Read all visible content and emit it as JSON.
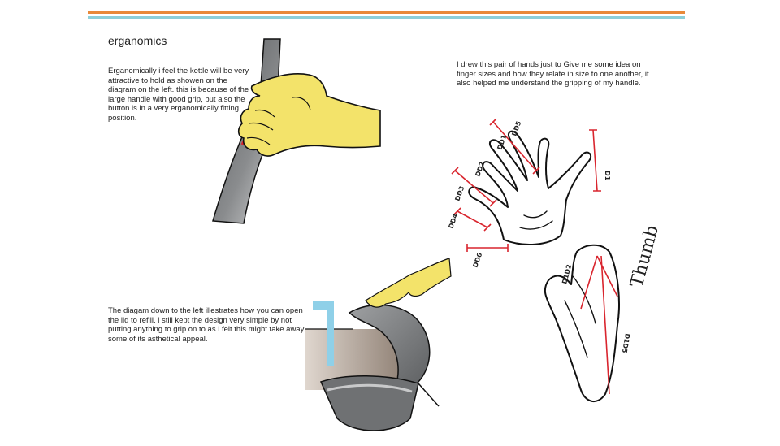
{
  "page": {
    "title": "erganomics",
    "paragraph_grip": "Erganomically i feel the kettle will be very attractive to hold as showen on the diagram on the left. this is because of the large handle with good grip, but also the button is in a very erganomically fitting position.",
    "paragraph_hands": "I drew this pair of hands just to Give me some idea on finger sizes and how they relate in size to one another, it also helped me understand the gripping of my handle.",
    "paragraph_lid": "The diagam down to the left illestrates how you can open the lid to refill. i still kept the design very simple by not putting anything to grip on to as i felt this might take away some of its asthetical appeal."
  },
  "colors": {
    "stripe_top": "#e8893a",
    "stripe_bottom": "#8ccfd9",
    "skin_yellow": "#f3e36a",
    "handle_grey": "#6f7173",
    "measure_red": "#d9252e"
  },
  "hand_labels": {
    "labels": [
      "DD1",
      "DD2",
      "DD3",
      "DD4",
      "DD5",
      "DD6",
      "D1",
      "D1D2",
      "D1D5"
    ],
    "thumb": "Thumb"
  }
}
